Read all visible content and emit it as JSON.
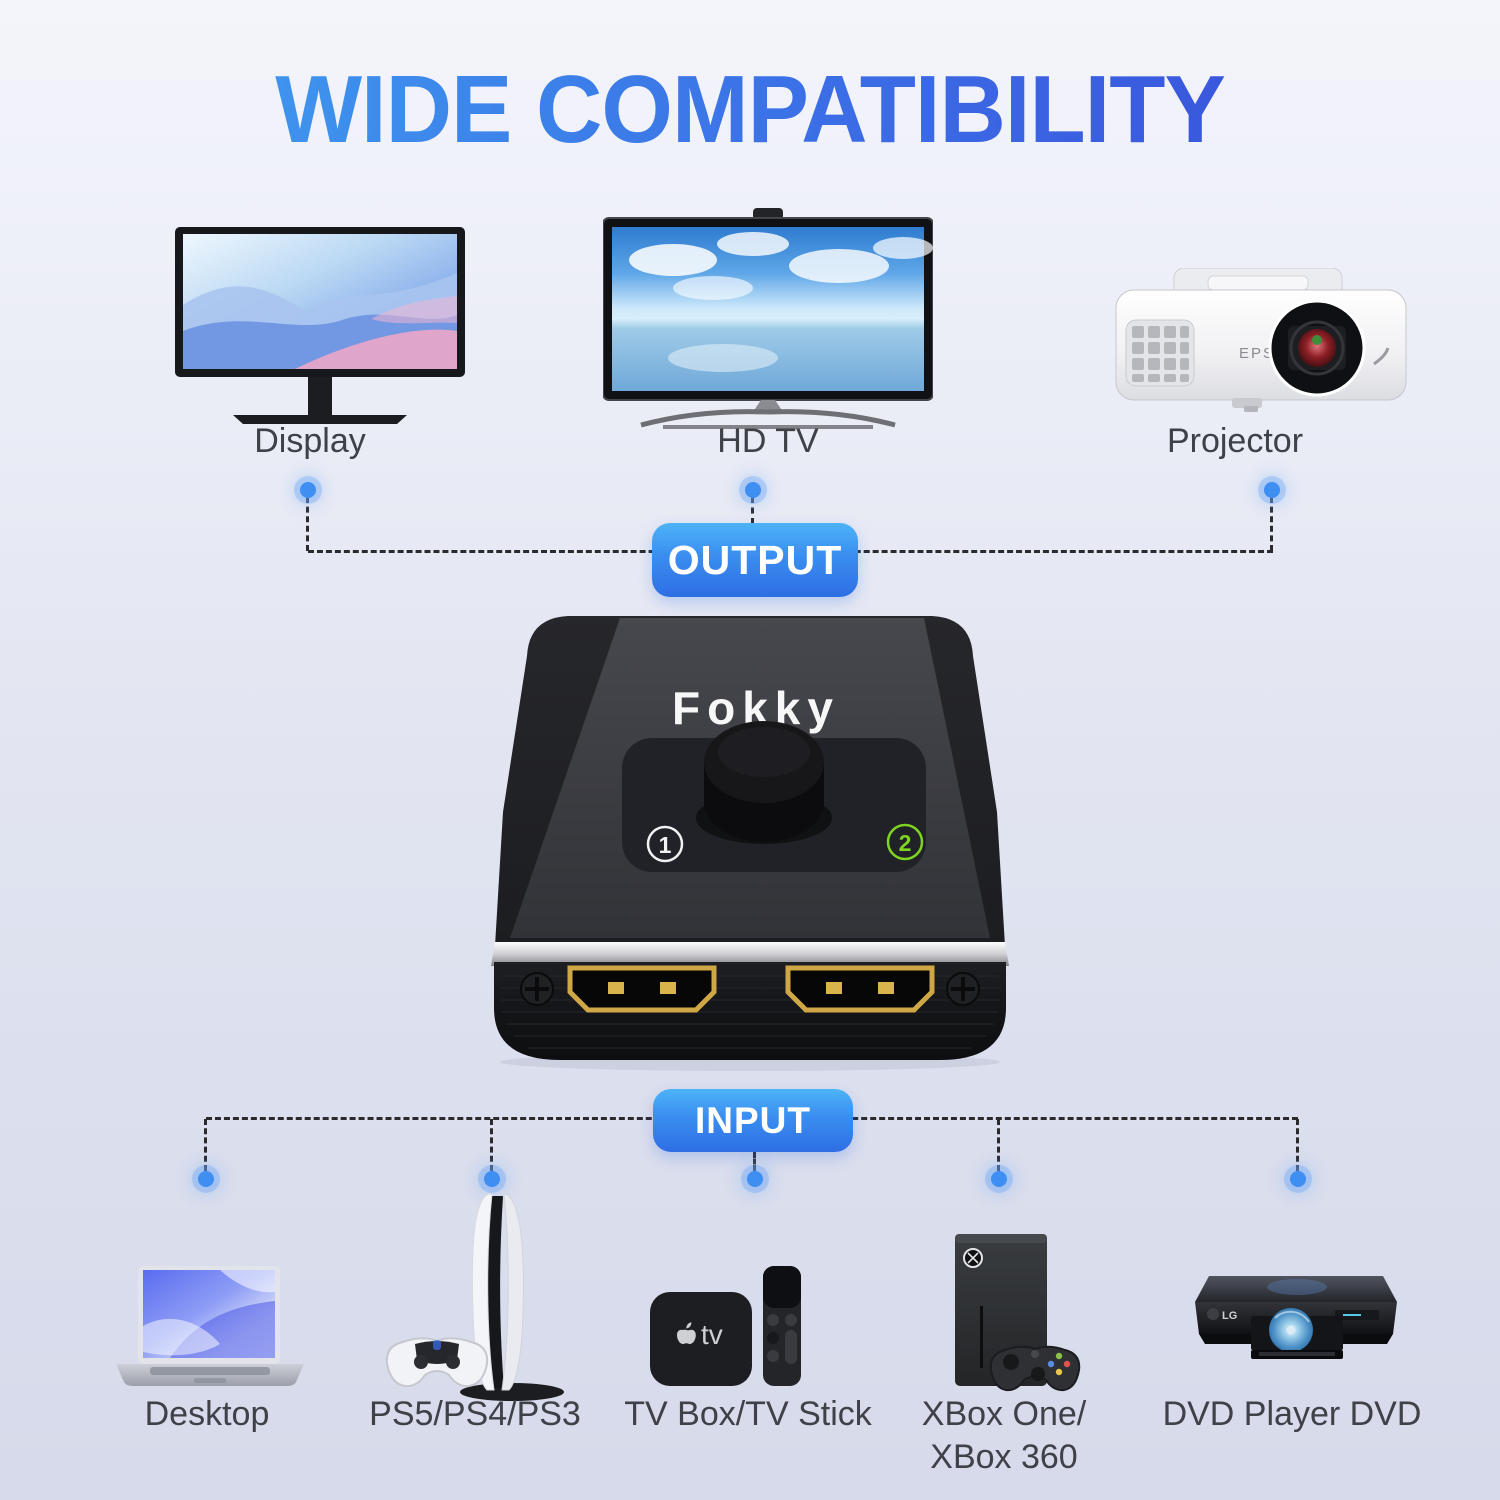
{
  "title": "WIDE COMPATIBILITY",
  "output_section": {
    "badge": "OUTPUT",
    "devices": [
      {
        "label": "Display"
      },
      {
        "label": "HD TV"
      },
      {
        "label": "Projector"
      }
    ]
  },
  "input_section": {
    "badge": "INPUT",
    "devices": [
      {
        "label": "Desktop"
      },
      {
        "label": "PS5/PS4/PS3"
      },
      {
        "label": "TV Box/TV Stick"
      },
      {
        "label": "XBox One/\nXBox 360"
      },
      {
        "label": "DVD Player DVD"
      }
    ]
  },
  "switch": {
    "brand": "Fokky",
    "port1": "1",
    "port2": "2"
  },
  "logos": {
    "projector": "EPSON",
    "tv_box": "tv",
    "dvd": "LG"
  },
  "colors": {
    "title_gradient_start": "#3fa6f1",
    "title_gradient_end": "#3a49d8",
    "badge_gradient_top": "#4db3f7",
    "badge_gradient_bottom": "#2e6ee4",
    "connector_dot": "#3f8ff2",
    "dash_line": "#2b2b2e",
    "label_text": "#3e4147",
    "background_top": "#f4f5fb",
    "background_bottom": "#d6daea",
    "port2_green": "#7fd41f",
    "hdmi_gold": "#cfa845"
  }
}
